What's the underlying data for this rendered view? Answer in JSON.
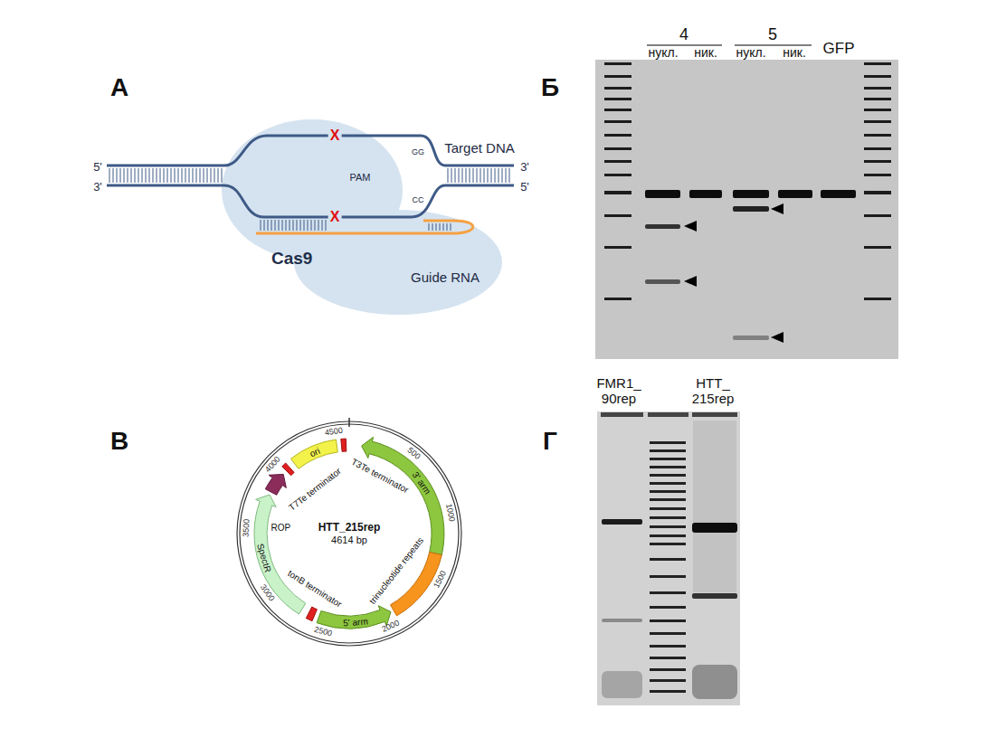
{
  "diagram": {
    "nodes": [
      {
        "text": [
          "Cas9"
        ]
      },
      {
        "text": [
          "HTT_215rep",
          "4614 bp"
        ]
      }
    ],
    "labels": [
      "А",
      "5'",
      "3'",
      "X",
      "Target DNA",
      "GG",
      "PAM",
      "CC",
      "3'",
      "5'",
      "X",
      "Guide RNA",
      "Б",
      "4",
      "нукл.",
      "ник.",
      "5",
      "нукл.",
      "ник.",
      "GFP",
      "В",
      "T3Te terminator",
      "3' arm",
      "trinucleotide repeats",
      "5' arm",
      "tonB terminator",
      "SpectR",
      "ROP",
      "T7Te terminator",
      "ori",
      "4500",
      "500",
      "1000",
      "1500",
      "2000",
      "2500",
      "3000",
      "3500",
      "4000",
      "Г",
      "FMR1_ 90rep",
      "HTT_ 215rep"
    ]
  }
}
